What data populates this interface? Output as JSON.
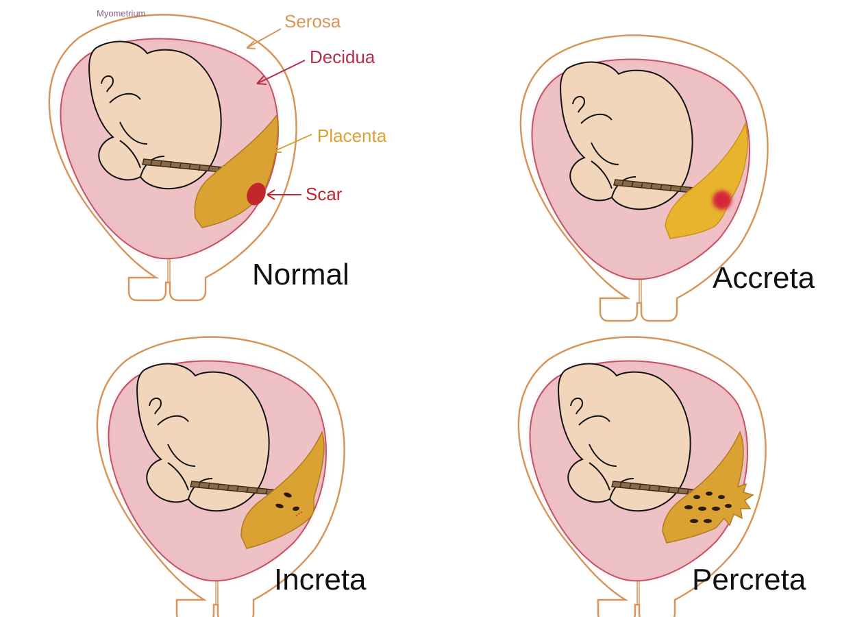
{
  "labels": {
    "myometrium": "Myometrium",
    "serosa": "Serosa",
    "decidua": "Decidua",
    "placenta": "Placenta",
    "scar": "Scar"
  },
  "panels": [
    {
      "title": "Normal"
    },
    {
      "title": "Accreta"
    },
    {
      "title": "Increta"
    },
    {
      "title": "Percreta"
    }
  ],
  "colors": {
    "serosa": "#d8955a",
    "decidua": "#b23045",
    "placenta": "#d9a232",
    "scar": "#c0272d",
    "uterus_fill": "#eab5bb",
    "fetus_fill": "#f2d6bc",
    "cord": "#7a5a3a"
  }
}
